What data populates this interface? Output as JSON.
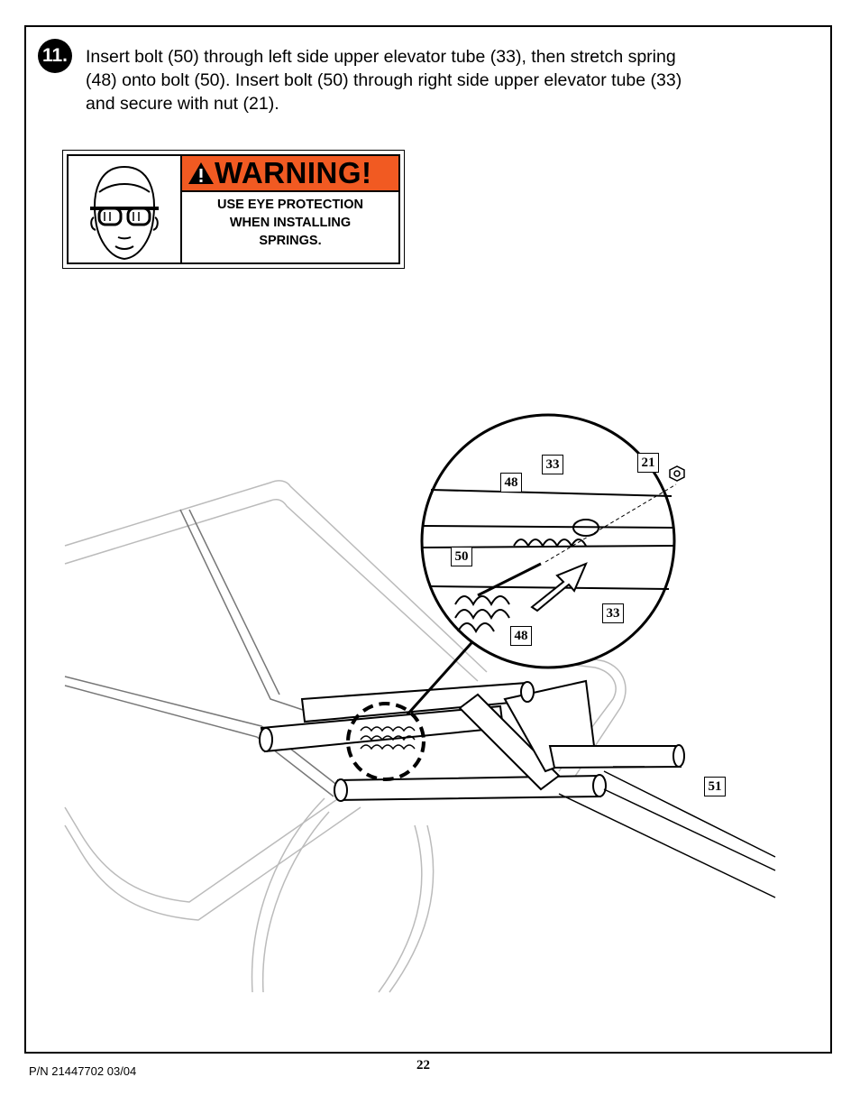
{
  "step": {
    "number": "11.",
    "instruction": "Insert bolt (50) through left side upper elevator tube (33), then stretch spring\n(48) onto bolt (50).  Insert bolt (50) through right side upper elevator tube (33)\nand secure with nut (21)."
  },
  "warning": {
    "title": "WARNING!",
    "lines": [
      "USE EYE PROTECTION",
      "WHEN INSTALLING",
      "SPRINGS."
    ],
    "header_color": "#f15a22",
    "icon": "eye-protection-icon"
  },
  "callouts": {
    "c33_top": "33",
    "c21": "21",
    "c48_top": "48",
    "c50": "50",
    "c33_bottom": "33",
    "c48_bottom": "48",
    "c51": "51"
  },
  "footer": {
    "part_number": "P/N 21447702   03/04",
    "page": "22"
  }
}
